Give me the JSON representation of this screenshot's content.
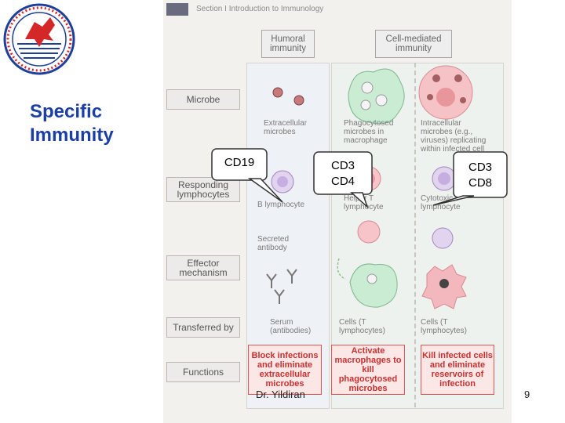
{
  "slide": {
    "title_line1": "Specific",
    "title_line2": "Immunity",
    "author": "Dr. Yildiran",
    "page_number": "9",
    "accent_color": "#1b3fa6"
  },
  "figure": {
    "header_fragment": "Section I   Introduction to Immunology",
    "col_humoral": "Humoral immunity",
    "col_cell": "Cell-mediated immunity",
    "row_labels": [
      "Microbe",
      "Responding lymphocytes",
      "Effector mechanism",
      "Transferred by",
      "Functions"
    ],
    "captions": {
      "extracellular": "Extracellular microbes",
      "phagocytosed": "Phagocytosed microbes in macrophage",
      "intracellular": "Intracellular microbes (e.g., viruses) replicating within infected cell",
      "b_lymph": "B lymphocyte",
      "helper": "Helper T lymphocyte",
      "cytotoxic": "Cytotoxic T lymphocyte",
      "secreted": "Secreted antibody",
      "serum": "Serum (antibodies)",
      "cells1": "Cells (T lymphocytes)",
      "cells2": "Cells (T lymphocytes)"
    },
    "functions": [
      "Block infections and eliminate extracellular microbes",
      "Activate macrophages to kill phagocytosed microbes",
      "Kill infected cells and eliminate reservoirs of infection"
    ]
  },
  "callouts": {
    "b": "CD19",
    "helper_1": "CD3",
    "helper_2": "CD4",
    "ctl_1": "CD3",
    "ctl_2": "CD8"
  }
}
